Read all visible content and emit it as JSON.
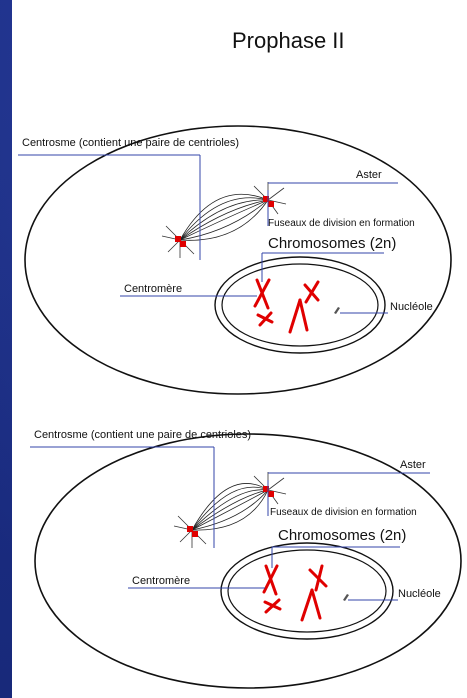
{
  "title": "Prophase II",
  "colors": {
    "background": "#1b2f86",
    "panel": "#ffffff",
    "chromosome": "#e00000",
    "leader_line": "#3344aa",
    "outline": "#111111"
  },
  "diagrams": [
    {
      "centrosome_label": "Centrosme (contient une paire de centrioles)",
      "aster_label": "Aster",
      "spindle_label": "Fuseaux de division en formation",
      "chromosomes_label": "Chromosomes (2n)",
      "centromere_label": "Centromère",
      "nucleolus_label": "Nucléole"
    },
    {
      "centrosome_label": "Centrosme (contient une paire de centrioles)",
      "aster_label": "Aster",
      "spindle_label": "Fuseaux de division en formation",
      "chromosomes_label": "Chromosomes (2n)",
      "centromere_label": "Centromère",
      "nucleolus_label": "Nucléole"
    }
  ]
}
